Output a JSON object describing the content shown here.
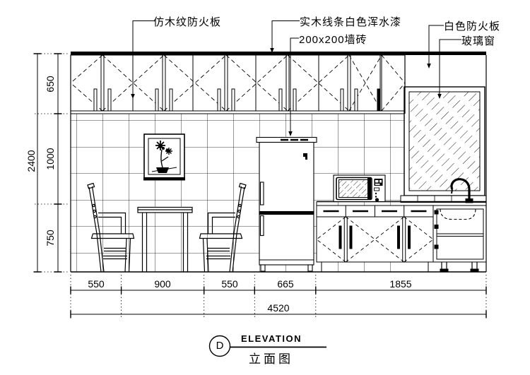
{
  "drawing": {
    "callouts": {
      "woodgrain_board": "仿木纹防火板",
      "trim_paint": "实木线条白色浑水漆",
      "wall_tile": "200x200墙砖",
      "white_fireproof_board": "白色防火板",
      "glass_window": "玻璃窗"
    },
    "dimensions": {
      "vertical": {
        "total": "2400",
        "segments": [
          "650",
          "1000",
          "750"
        ]
      },
      "horizontal": {
        "total": "4520",
        "segments": [
          "550",
          "900",
          "550",
          "665",
          "1855"
        ]
      }
    },
    "title_block": {
      "reference_letter": "D",
      "name_en": "ELEVATION",
      "name_zh": "立面图"
    },
    "colors": {
      "line": "#000000",
      "background": "#ffffff"
    }
  }
}
